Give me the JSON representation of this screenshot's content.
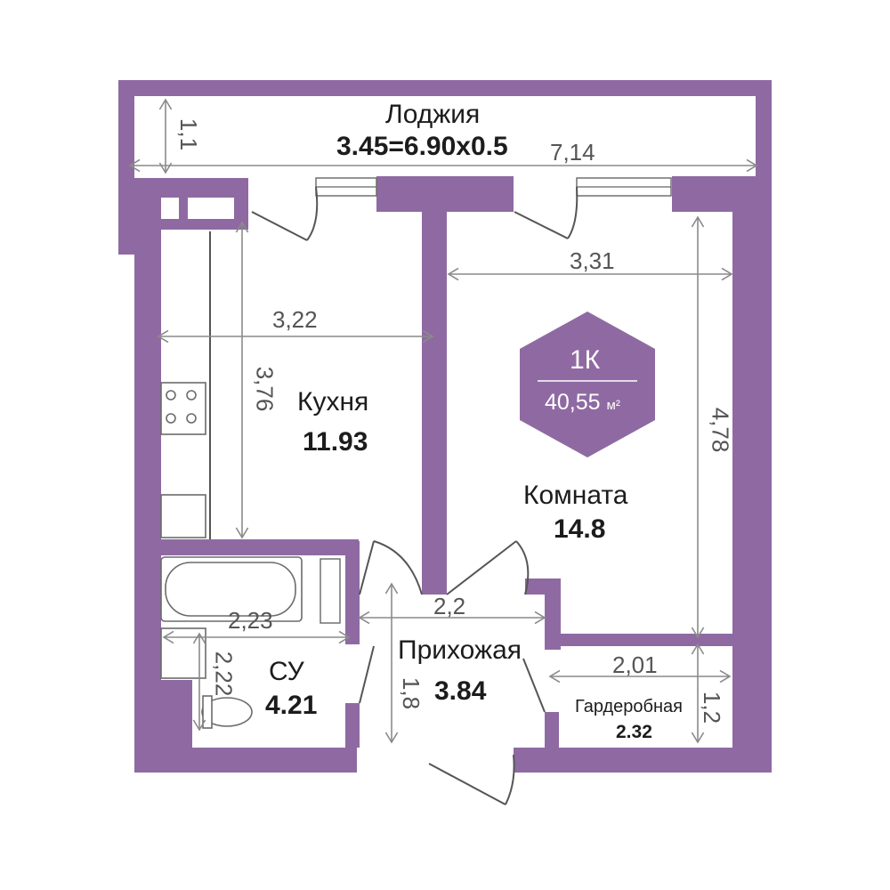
{
  "badge": {
    "type": "1К",
    "area": "40,55",
    "unit": "м²"
  },
  "rooms": [
    {
      "key": "loggia",
      "name": "Лоджия",
      "area": "3.45=6.90x0.5"
    },
    {
      "key": "kitchen",
      "name": "Кухня",
      "area": "11.93"
    },
    {
      "key": "room",
      "name": "Комната",
      "area": "14.8"
    },
    {
      "key": "hall",
      "name": "Прихожая",
      "area": "3.84"
    },
    {
      "key": "bath",
      "name": "СУ",
      "area": "4.21"
    },
    {
      "key": "wardrobe",
      "name": "Гардеробная",
      "area": "2.32"
    }
  ],
  "dimensions": {
    "loggia_width": "7,14",
    "loggia_depth": "1,1",
    "kitchen_width": "3,22",
    "kitchen_length": "3,76",
    "room_width": "3,31",
    "room_length": "4,78",
    "bath_width": "2,23",
    "bath_length": "2,22",
    "hall_width": "2,2",
    "hall_length": "1,8",
    "wardrobe_width": "2,01",
    "wardrobe_length": "1,2"
  },
  "colors": {
    "wall": "#8f6aa2",
    "badge": "#8f6aa2",
    "dimension": "#8a8a8a"
  }
}
